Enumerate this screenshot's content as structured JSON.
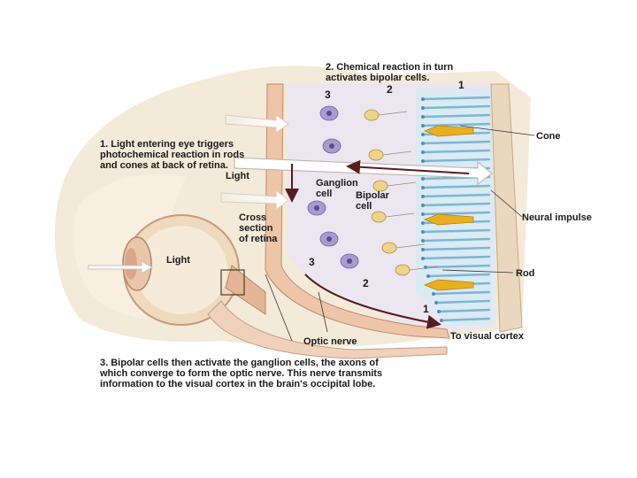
{
  "captions": {
    "step1": "1. Light entering eye triggers\nphotochemical reaction in rods\nand cones at back of retina.",
    "step2": "2. Chemical reaction in turn\nactivates bipolar cells.",
    "step3": "3. Bipolar cells then activate the ganglion cells, the axons of\nwhich converge to form the optic nerve. This nerve transmits\ninformation to the visual cortex in the brain's occipital lobe."
  },
  "labels": {
    "light_top": "Light",
    "light_eye": "Light",
    "cross_section": "Cross\nsection\nof retina",
    "ganglion_cell": "Ganglion\ncell",
    "bipolar_cell": "Bipolar\ncell",
    "cone": "Cone",
    "neural_impulse": "Neural impulse",
    "rod": "Rod",
    "optic_nerve": "Optic nerve",
    "to_visual_cortex": "To visual cortex"
  },
  "layer_numbers": {
    "top_3": "3",
    "top_2": "2",
    "top_1": "1",
    "bottom_3": "3",
    "bottom_2": "2",
    "bottom_1": "1"
  },
  "colors": {
    "tissue": "#f3e3cf",
    "membrane": "#e9b89a",
    "ganglion": "#a99ad0",
    "bipolar": "#eed48a",
    "cone": "#e8b020",
    "rod": "#7ab7d6",
    "arrow": "#6b1c22"
  }
}
